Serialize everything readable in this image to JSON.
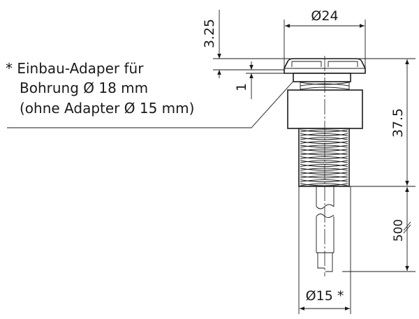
{
  "note": {
    "lines": [
      "* Einbau-Adaper für",
      "Bohrung Ø 18 mm",
      "(ohne Adapter Ø 15 mm)"
    ]
  },
  "dimensions": {
    "cap_diameter": "Ø24",
    "cap_height": "3.25",
    "flange_gap": "1",
    "body_length": "37.5",
    "cable_length": "500",
    "thread_diameter": "Ø15 *"
  }
}
